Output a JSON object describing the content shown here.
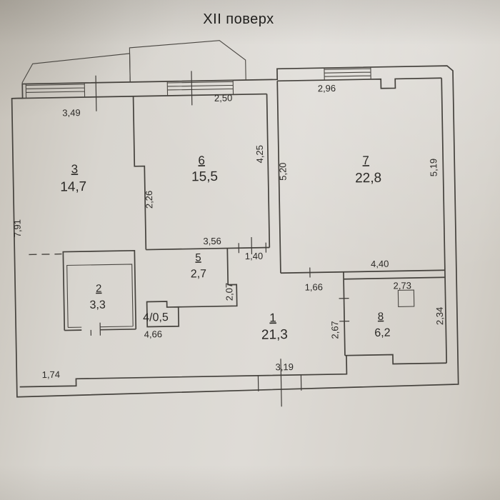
{
  "title": "XII поверх",
  "rooms": [
    {
      "number": "1",
      "area": "21,3"
    },
    {
      "number": "2",
      "area": "3,3"
    },
    {
      "number": "3",
      "area": "14,7"
    },
    {
      "number": "4",
      "area": "0,5",
      "label": "4/0,5"
    },
    {
      "number": "5",
      "area": "2,7"
    },
    {
      "number": "6",
      "area": "15,5"
    },
    {
      "number": "7",
      "area": "22,8"
    },
    {
      "number": "8",
      "area": "6,2"
    }
  ],
  "dimensions_m": {
    "room3_window": "3,49",
    "room6_window": "2,50",
    "room7_window": "2,96",
    "left_wall": "7,91",
    "room3_room6_divider": "2,26",
    "room6_depth": "4,25",
    "room7_left_wall": "5,20",
    "room7_right_wall": "5,19",
    "hall_top_wall": "3,56",
    "hall_opening": "1,40",
    "room7_bottom_wall": "4,40",
    "room8_top_wall": "2,73",
    "room7_opening": "1,66",
    "room5_right_wall": "2,07",
    "room8_right_wall": "2,34",
    "room8_door_wall": "2,67",
    "room2_width": "4,66",
    "bottom_left_wall": "1,74",
    "balcony_door": "3,19"
  }
}
